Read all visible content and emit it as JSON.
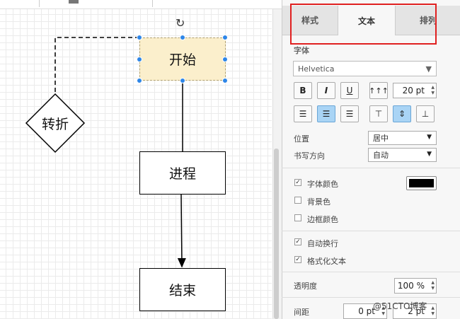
{
  "canvas": {
    "shapes": {
      "start": "开始",
      "decision": "转折",
      "process": "进程",
      "end": "结束"
    }
  },
  "panel": {
    "tabs": {
      "style": "样式",
      "text": "文本",
      "arrange": "排列"
    },
    "font_section": "字体",
    "font_family": "Helvetica",
    "font_size": "20 pt",
    "format_buttons": {
      "bold": "B",
      "italic": "I",
      "underline": "U"
    },
    "position_label": "位置",
    "position_value": "居中",
    "direction_label": "书写方向",
    "direction_value": "自动",
    "font_color_label": "字体颜色",
    "background_color_label": "背景色",
    "border_color_label": "边框颜色",
    "wrap_label": "自动换行",
    "formatted_text_label": "格式化文本",
    "opacity_label": "透明度",
    "opacity_value": "100 %",
    "spacing_label": "间距",
    "spacing_value_1": "0 pt",
    "spacing_value_2": "2 pt",
    "font_color": "#000000"
  },
  "watermark": "@51CTO博客"
}
